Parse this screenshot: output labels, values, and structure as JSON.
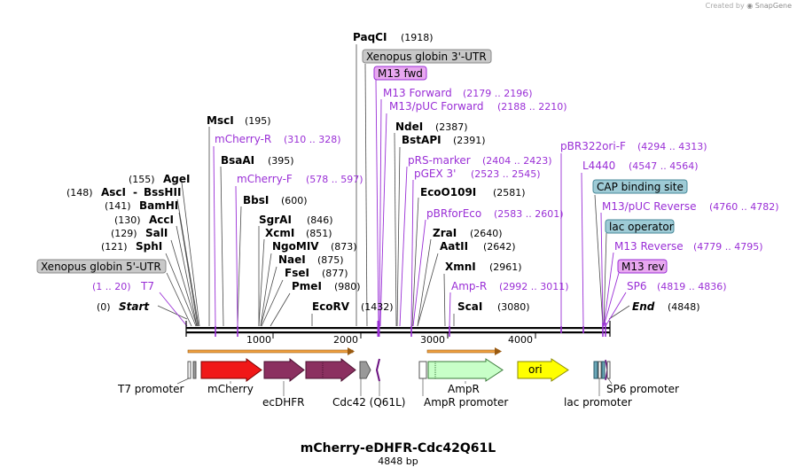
{
  "credit": {
    "prefix": "Created by",
    "brand": "SnapGene"
  },
  "plasmid": {
    "name": "mCherry-eDHFR-Cdc42Q61L",
    "length_label": "4848 bp",
    "length": 4848
  },
  "ends": {
    "start_label": "Start",
    "start_pos": "(0)",
    "end_label": "End",
    "end_pos": "(4848)"
  },
  "ticks": [
    "1000",
    "2000",
    "3000",
    "4000"
  ],
  "enzymes": [
    {
      "name": "PaqCI",
      "coord": "(1918)"
    },
    {
      "name": "MscI",
      "coord": "(195)"
    },
    {
      "name": "NdeI",
      "coord": "(2387)"
    },
    {
      "name": "BstAPI",
      "coord": "(2391)"
    },
    {
      "name": "BsaAI",
      "coord": "(395)"
    },
    {
      "name": "AgeI",
      "coord": "(155)"
    },
    {
      "name": "AscI",
      "coord": "(148)"
    },
    {
      "name": "BssHII",
      "coord": ""
    },
    {
      "name": "BbsI",
      "coord": "(600)"
    },
    {
      "name": "EcoO109I",
      "coord": "(2581)"
    },
    {
      "name": "BamHI",
      "coord": "(141)"
    },
    {
      "name": "AccI",
      "coord": "(130)"
    },
    {
      "name": "SgrAI",
      "coord": "(846)"
    },
    {
      "name": "SalI",
      "coord": "(129)"
    },
    {
      "name": "XcmI",
      "coord": "(851)"
    },
    {
      "name": "ZraI",
      "coord": "(2640)"
    },
    {
      "name": "SphI",
      "coord": "(121)"
    },
    {
      "name": "NgoMIV",
      "coord": "(873)"
    },
    {
      "name": "AatII",
      "coord": "(2642)"
    },
    {
      "name": "NaeI",
      "coord": "(875)"
    },
    {
      "name": "XmnI",
      "coord": "(2961)"
    },
    {
      "name": "FseI",
      "coord": "(877)"
    },
    {
      "name": "PmeI",
      "coord": "(980)"
    },
    {
      "name": "EcoRV",
      "coord": "(1432)"
    },
    {
      "name": "ScaI",
      "coord": "(3080)"
    }
  ],
  "primers": [
    {
      "name": "M13 Forward",
      "coord": "(2179 .. 2196)"
    },
    {
      "name": "M13/pUC Forward",
      "coord": "(2188 .. 2210)"
    },
    {
      "name": "mCherry-R",
      "coord": "(310 .. 328)"
    },
    {
      "name": "pBR322ori-F",
      "coord": "(4294 .. 4313)"
    },
    {
      "name": "pRS-marker",
      "coord": "(2404 .. 2423)"
    },
    {
      "name": "L4440",
      "coord": "(4547 .. 4564)"
    },
    {
      "name": "pGEX 3'",
      "coord": "(2523 .. 2545)"
    },
    {
      "name": "mCherry-F",
      "coord": "(578 .. 597)"
    },
    {
      "name": "M13/pUC Reverse",
      "coord": "(4760 .. 4782)"
    },
    {
      "name": "pBRforEco",
      "coord": "(2583 .. 2601)"
    },
    {
      "name": "M13 Reverse",
      "coord": "(4779 .. 4795)"
    },
    {
      "name": "T7",
      "coord": "(1 .. 20)"
    },
    {
      "name": "Amp-R",
      "coord": "(2992 .. 3011)"
    },
    {
      "name": "SP6",
      "coord": "(4819 .. 4836)"
    }
  ],
  "boxes": [
    {
      "name": "Xenopus globin 3'-UTR",
      "fill": "#c8c8c8",
      "stroke": "#8a8a8a"
    },
    {
      "name": "M13 fwd",
      "fill": "#e8a8f0",
      "stroke": "#9a2fd6"
    },
    {
      "name": "CAP binding site",
      "fill": "#9ecbd6",
      "stroke": "#4a8a9a"
    },
    {
      "name": "lac operator",
      "fill": "#9ecbd6",
      "stroke": "#4a8a9a"
    },
    {
      "name": "Xenopus globin 5'-UTR",
      "fill": "#c8c8c8",
      "stroke": "#8a8a8a"
    },
    {
      "name": "M13 rev",
      "fill": "#e8a8f0",
      "stroke": "#9a2fd6"
    }
  ],
  "features": [
    {
      "name": "T7 promoter"
    },
    {
      "name": "mCherry",
      "color": "#f01818"
    },
    {
      "name": "ecDHFR",
      "color": "#8b3060"
    },
    {
      "name": "Cdc42 (Q61L)",
      "color": "#8b3060"
    },
    {
      "name": "AmpR",
      "color": "#c8ffc8"
    },
    {
      "name": "AmpR promoter"
    },
    {
      "name": "ori",
      "color": "#ffff00"
    },
    {
      "name": "lac promoter"
    },
    {
      "name": "SP6 promoter"
    }
  ],
  "colors": {
    "primer": "#9a2fd6",
    "orf_arrow": "#f0a040",
    "backbone": "#000000"
  }
}
